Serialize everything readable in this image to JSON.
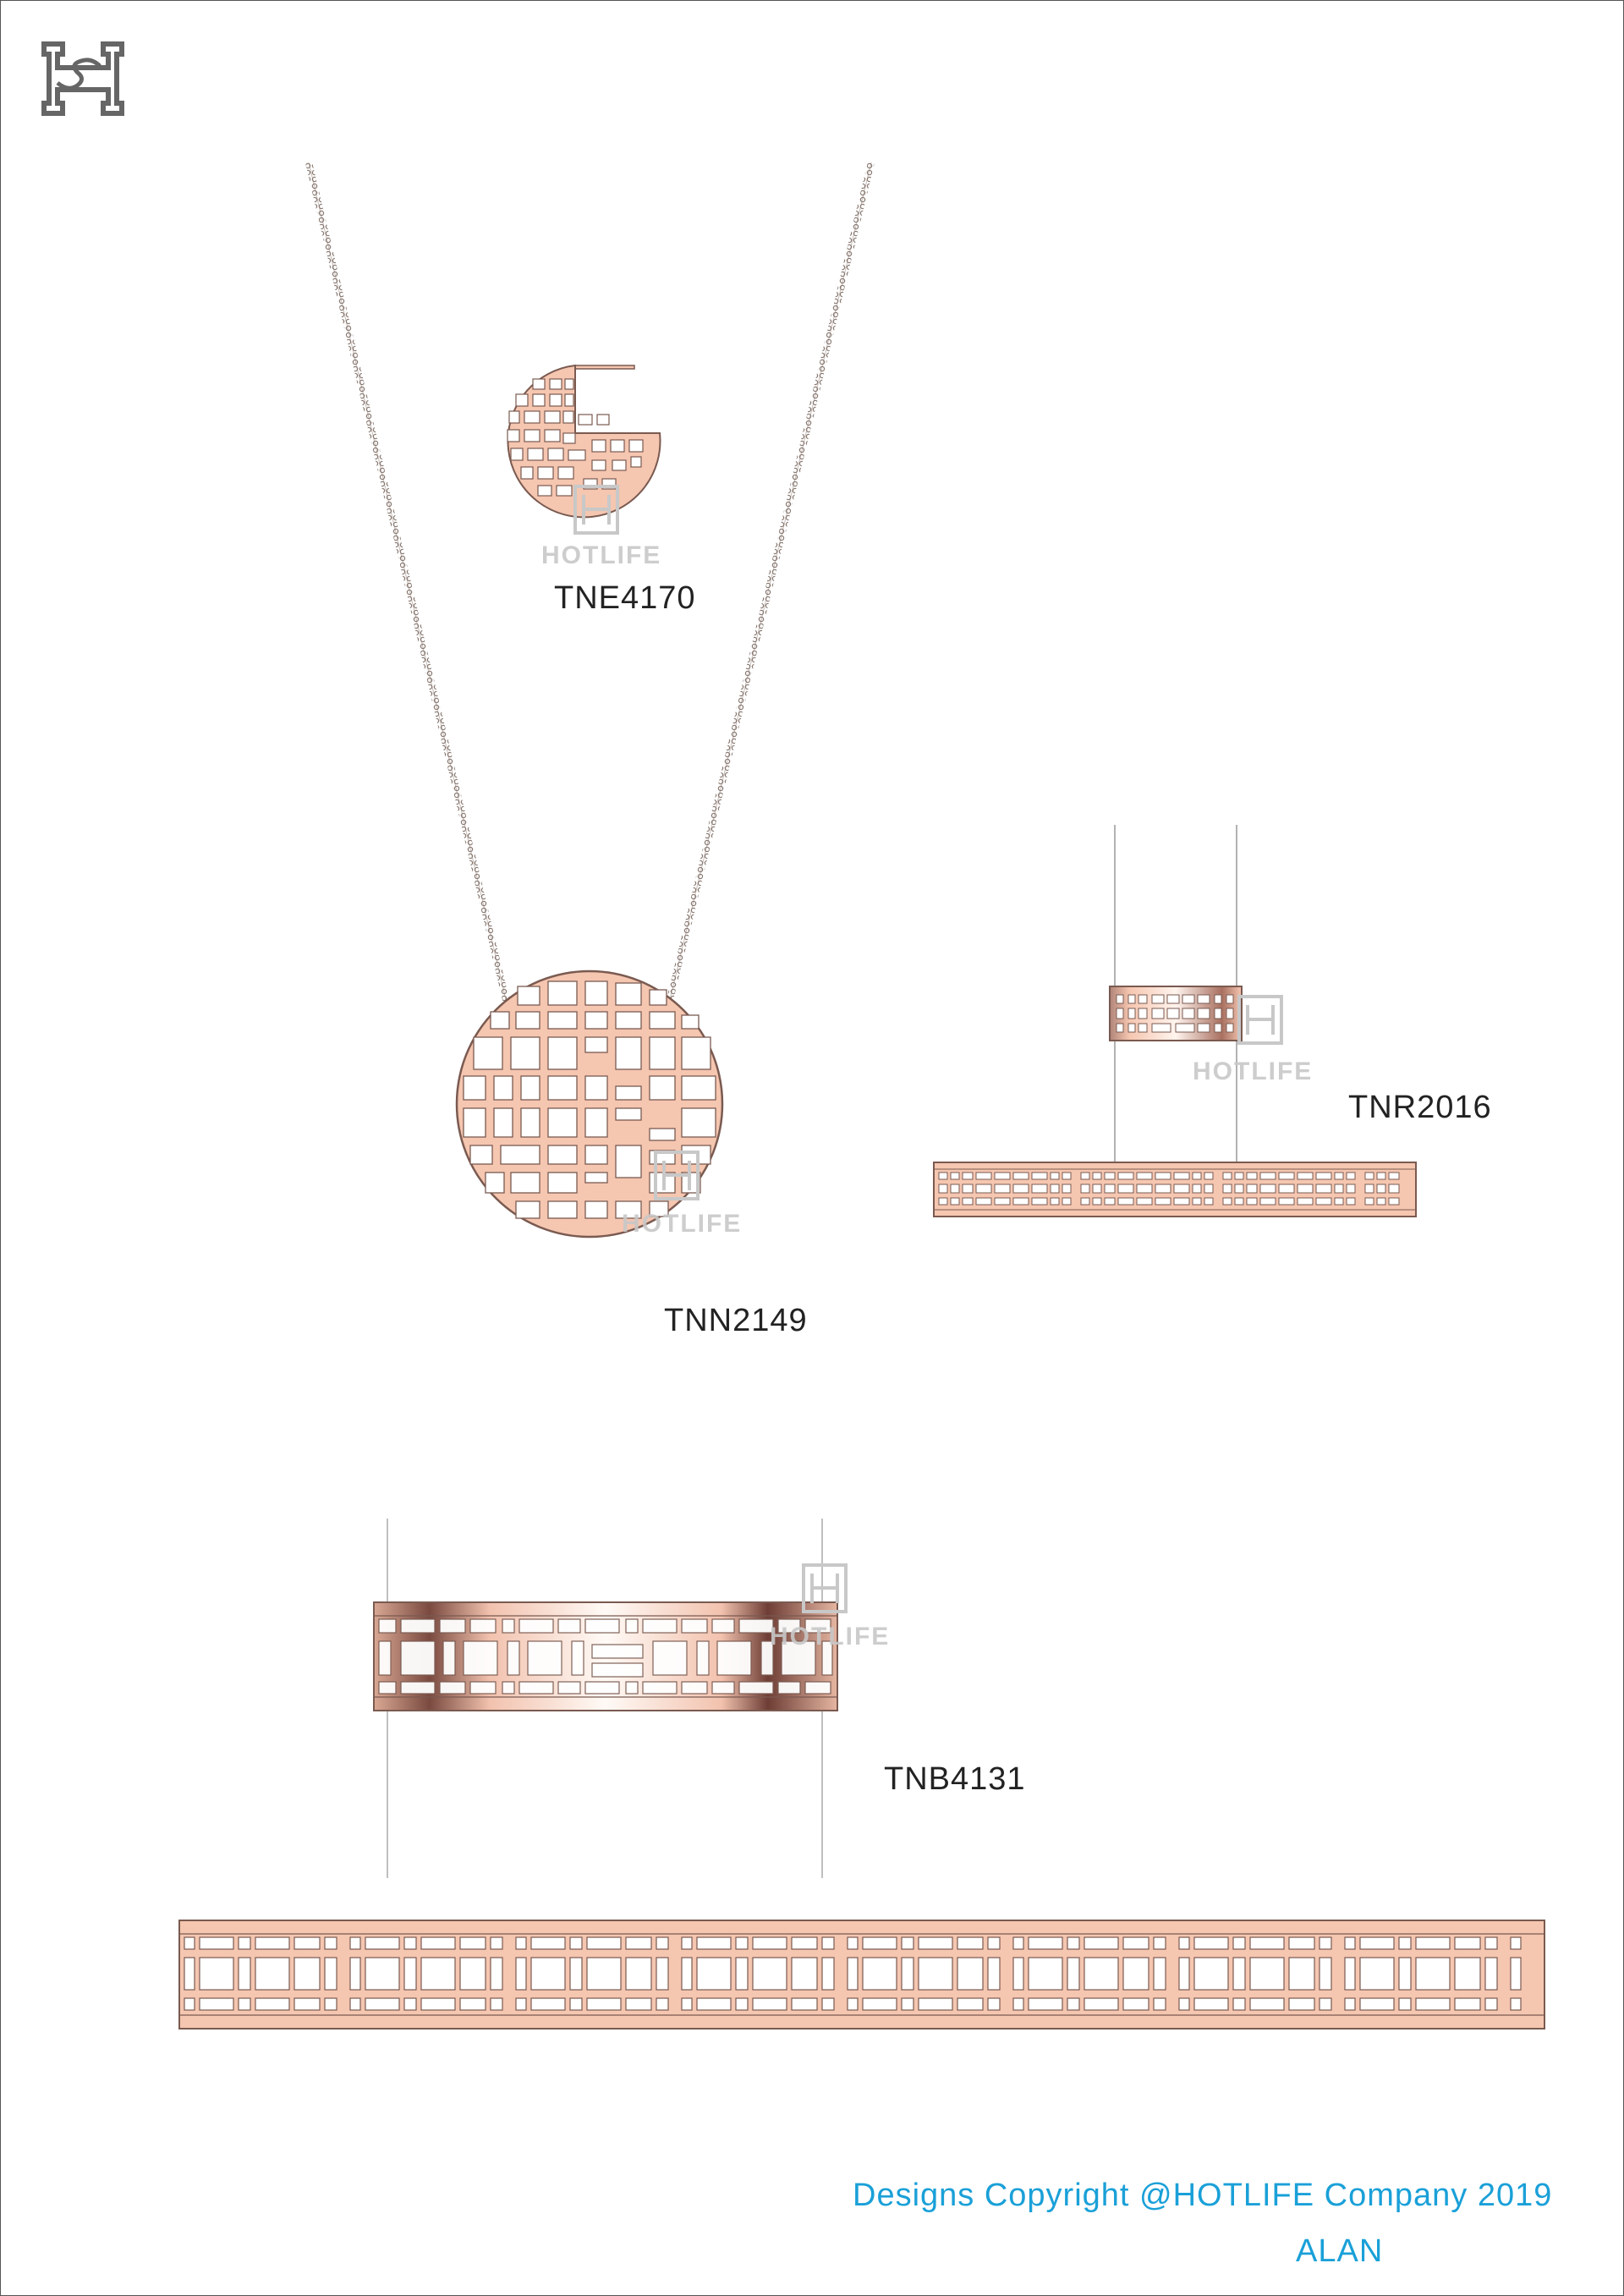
{
  "brand": {
    "logo": "HS monogram",
    "watermark": "HOTLIFE"
  },
  "products": [
    {
      "code": "TNE4170"
    },
    {
      "code": "TNN2149"
    },
    {
      "code": "TNR2016"
    },
    {
      "code": "TNB4131"
    }
  ],
  "footer": {
    "copyright": "Designs Copyright @HOTLIFE Company 2019",
    "designer": "ALAN"
  },
  "colors": {
    "metal": "#f5c6b0",
    "outline": "#7a5a50",
    "copyright": "#1aa0d8",
    "chain": "#8a7a72"
  }
}
